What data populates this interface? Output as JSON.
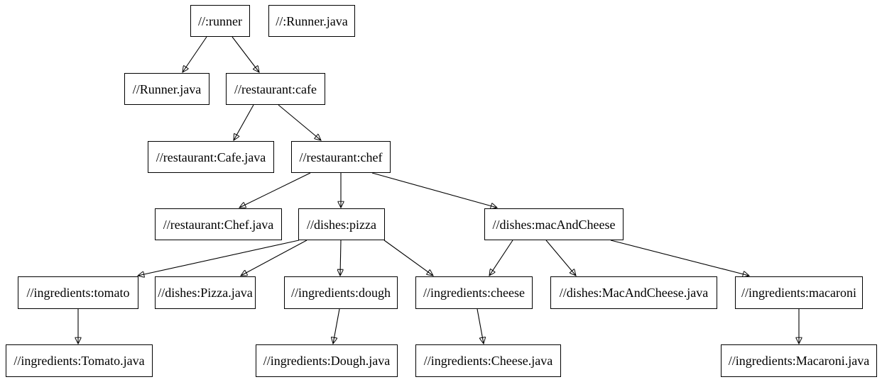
{
  "diagram": {
    "title": "bazel-dependency-graph",
    "type": "directed-graph",
    "background_color": "#ffffff",
    "node_fill_color": "#ffffff",
    "node_border_color": "#000000",
    "edge_color": "#000000",
    "text_color": "#000000",
    "nodes": {
      "runner": {
        "label": "//:runner"
      },
      "runner_java_root": {
        "label": "//:Runner.java"
      },
      "runner_java": {
        "label": "//Runner.java"
      },
      "cafe": {
        "label": "//restaurant:cafe"
      },
      "cafe_java": {
        "label": "//restaurant:Cafe.java"
      },
      "chef": {
        "label": "//restaurant:chef"
      },
      "chef_java": {
        "label": "//restaurant:Chef.java"
      },
      "pizza": {
        "label": "//dishes:pizza"
      },
      "mac_and_cheese": {
        "label": "//dishes:macAndCheese"
      },
      "tomato": {
        "label": "//ingredients:tomato"
      },
      "pizza_java": {
        "label": "//dishes:Pizza.java"
      },
      "dough": {
        "label": "//ingredients:dough"
      },
      "cheese": {
        "label": "//ingredients:cheese"
      },
      "mac_and_cheese_java": {
        "label": "//dishes:MacAndCheese.java"
      },
      "macaroni": {
        "label": "//ingredients:macaroni"
      },
      "tomato_java": {
        "label": "//ingredients:Tomato.java"
      },
      "dough_java": {
        "label": "//ingredients:Dough.java"
      },
      "cheese_java": {
        "label": "//ingredients:Cheese.java"
      },
      "macaroni_java": {
        "label": "//ingredients:Macaroni.java"
      }
    },
    "edges": [
      {
        "from": "//:runner",
        "to": "//Runner.java"
      },
      {
        "from": "//:runner",
        "to": "//restaurant:cafe"
      },
      {
        "from": "//restaurant:cafe",
        "to": "//restaurant:Cafe.java"
      },
      {
        "from": "//restaurant:cafe",
        "to": "//restaurant:chef"
      },
      {
        "from": "//restaurant:chef",
        "to": "//restaurant:Chef.java"
      },
      {
        "from": "//restaurant:chef",
        "to": "//dishes:pizza"
      },
      {
        "from": "//restaurant:chef",
        "to": "//dishes:macAndCheese"
      },
      {
        "from": "//dishes:pizza",
        "to": "//ingredients:tomato"
      },
      {
        "from": "//dishes:pizza",
        "to": "//dishes:Pizza.java"
      },
      {
        "from": "//dishes:pizza",
        "to": "//ingredients:dough"
      },
      {
        "from": "//dishes:pizza",
        "to": "//ingredients:cheese"
      },
      {
        "from": "//dishes:macAndCheese",
        "to": "//ingredients:cheese"
      },
      {
        "from": "//dishes:macAndCheese",
        "to": "//dishes:MacAndCheese.java"
      },
      {
        "from": "//dishes:macAndCheese",
        "to": "//ingredients:macaroni"
      },
      {
        "from": "//ingredients:tomato",
        "to": "//ingredients:Tomato.java"
      },
      {
        "from": "//ingredients:dough",
        "to": "//ingredients:Dough.java"
      },
      {
        "from": "//ingredients:cheese",
        "to": "//ingredients:Cheese.java"
      },
      {
        "from": "//ingredients:macaroni",
        "to": "//ingredients:Macaroni.java"
      }
    ]
  }
}
